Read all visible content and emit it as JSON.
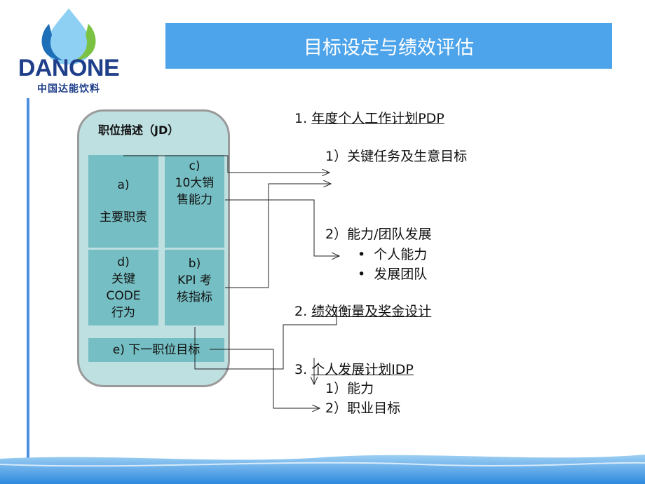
{
  "logo": {
    "name": "DANONE",
    "subtitle": "中国达能饮料"
  },
  "header": {
    "title": "目标设定与绩效评估"
  },
  "jd": {
    "title": "职位描述（JD）",
    "cells": {
      "a": {
        "letter": "a)",
        "text": "主要职责"
      },
      "c": {
        "letter": "c)",
        "line1": "10大销",
        "line2": "售能力"
      },
      "d": {
        "letter": "d)",
        "line1": "关键",
        "line2": "CODE",
        "line3": "行为"
      },
      "b": {
        "letter": "b)",
        "line1": "KPI 考",
        "line2": "核指标"
      },
      "e": {
        "text": "e) 下一职位目标"
      }
    }
  },
  "plan": {
    "item1": {
      "num": "1.",
      "title": "年度个人工作计划PDP"
    },
    "item1_1": "1）关键任务及生意目标",
    "item1_2": "2）能力/团队发展",
    "bullets": [
      "个人能力",
      "发展团队"
    ],
    "item2": {
      "num": "2.",
      "title": "绩效衡量及奖金设计"
    },
    "item3": {
      "num": "3.",
      "title": "个人发展计划IDP"
    },
    "item3_1": "1）能力",
    "item3_2": "2）职业目标"
  }
}
